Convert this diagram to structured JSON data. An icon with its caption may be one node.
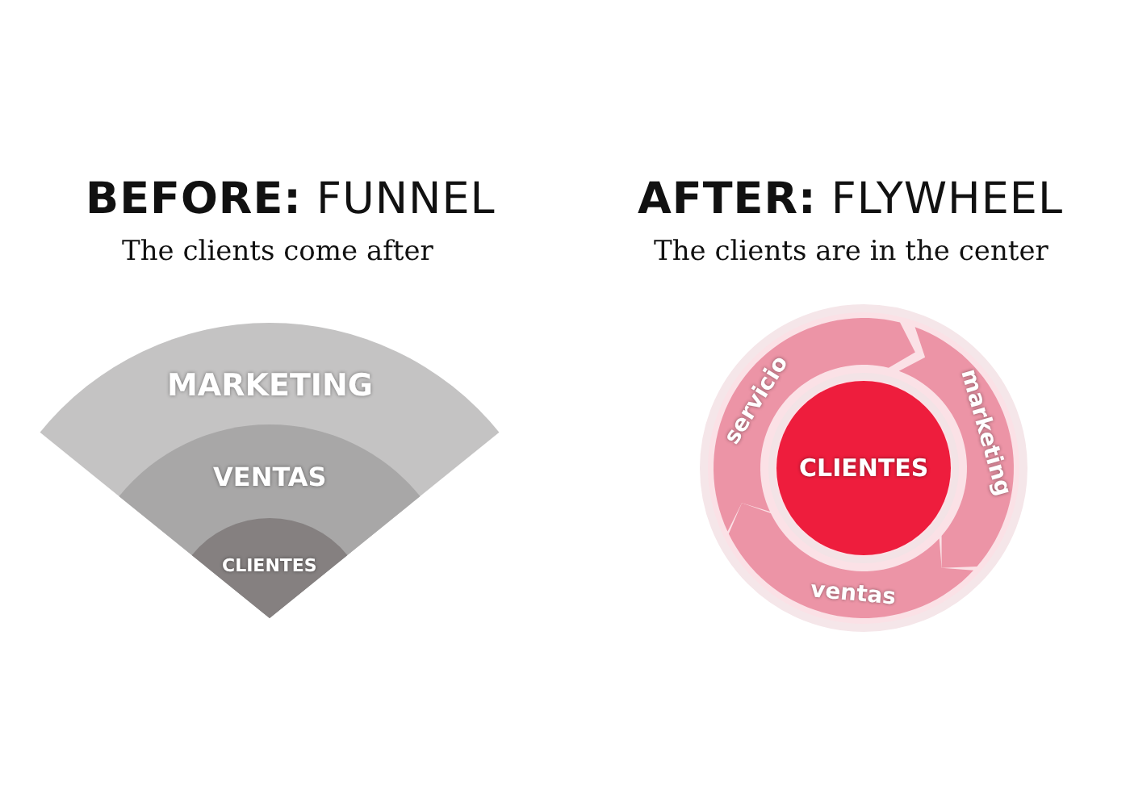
{
  "diagram": {
    "nodes": [
      {
        "text": [
          "MARKETING"
        ]
      },
      {
        "text": [
          "VENTAS"
        ],
        "in": 0
      },
      {
        "text": [
          "CLIENTES"
        ],
        "in": 1
      },
      {
        "text": [
          "servicio"
        ]
      },
      {
        "text": [
          "marketing"
        ]
      },
      {
        "text": [
          "CLIENTES"
        ]
      },
      {
        "text": [
          "ventas"
        ]
      }
    ],
    "labels": [
      "**BEFORE:** FUNNEL",
      "The clients come after",
      "**AFTER:** FLYWHEEL",
      "The clients are in the center"
    ]
  }
}
